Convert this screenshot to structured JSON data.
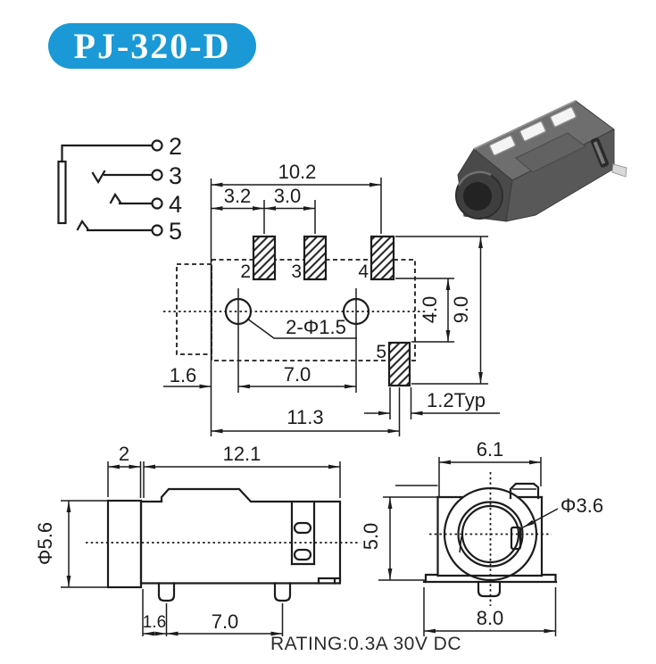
{
  "badge": {
    "label": "PJ-320-D",
    "bg_color": "#1a99d6",
    "text_color": "#ffffff"
  },
  "schematic": {
    "pin_labels": [
      "2",
      "3",
      "4",
      "5"
    ]
  },
  "top_view": {
    "pad_labels": [
      "2",
      "3",
      "4",
      "5"
    ],
    "dims": {
      "overall_width": "10.2",
      "pad_spacing_1": "3.2",
      "pad_spacing_2": "3.0",
      "pad5_vertical": "4.0",
      "overall_depth": "9.0",
      "hole_callout": "2-Φ1.5",
      "left_offset": "1.6",
      "hole_pitch": "7.0",
      "overall_length": "11.3",
      "pad_width_typ": "1.2Typ"
    }
  },
  "side_view": {
    "dims": {
      "barrel_length": "2",
      "body_length": "12.1",
      "barrel_diameter": "Φ5.6",
      "pin_offset": "1.6",
      "pin_pitch": "7.0"
    }
  },
  "front_view": {
    "dims": {
      "body_width": "6.1",
      "body_height": "5.0",
      "hole_diameter": "Φ3.6",
      "base_width": "8.0"
    }
  },
  "footer": {
    "rating": "RATING:0.3A 30V DC"
  },
  "colors": {
    "line": "#1c1c1c",
    "badge_blue": "#1a99d6"
  }
}
